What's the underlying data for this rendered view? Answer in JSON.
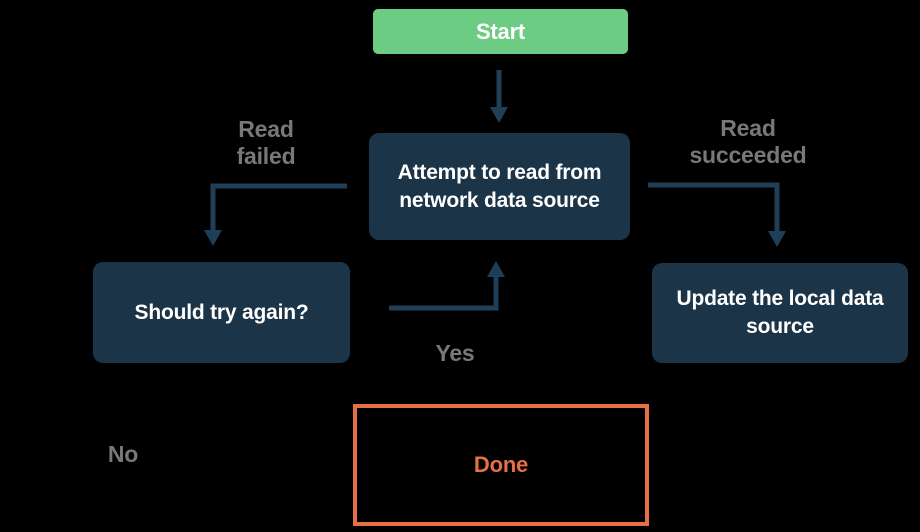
{
  "colors": {
    "bg": "#000000",
    "green": "#6dcc84",
    "navy": "#1c3447",
    "arrow": "#1f3e58",
    "orange": "#e76f45",
    "gray": "#787878",
    "white": "#ffffff"
  },
  "nodes": {
    "start": {
      "label": "Start"
    },
    "attempt": {
      "label": "Attempt to read from\nnetwork data source"
    },
    "should_try": {
      "label": "Should try again?"
    },
    "update": {
      "label": "Update the local data\nsource"
    },
    "done": {
      "label": "Done"
    }
  },
  "edge_labels": {
    "read_failed": "Read\nfailed",
    "read_succeeded": "Read\nsucceeded",
    "yes": "Yes",
    "no": "No"
  }
}
